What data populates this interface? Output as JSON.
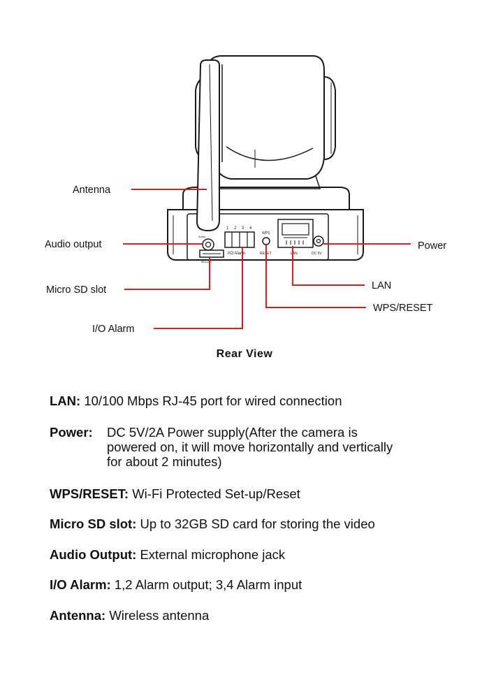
{
  "diagram": {
    "labels": {
      "antenna": "Antenna",
      "audio_output": "Audio output",
      "micro_sd_slot": "Micro SD slot",
      "io_alarm": "I/O Alarm",
      "power": "Power",
      "lan": "LAN",
      "wps_reset": "WPS/RESET"
    },
    "panel_text": {
      "io_numbers": "1 2 3 4",
      "io_alarm": "I/O Alarm",
      "wps": "WPS",
      "reset": "RESET",
      "lan": "LAN",
      "dc": "DC 5V",
      "audio": "Audio",
      "sd": "MicroSD"
    },
    "caption": "Rear View"
  },
  "descriptions": [
    {
      "term": "LAN:",
      "text": "10/100 Mbps RJ-45 port for wired connection"
    },
    {
      "term": "Power:",
      "text": "DC 5V/2A Power supply(After the camera is powered on, it will move horizontally and vertically for about 2 minutes)"
    },
    {
      "term": "WPS/RESET:",
      "text": "Wi-Fi Protected Set-up/Reset"
    },
    {
      "term": "Micro SD slot:",
      "text": "Up to 32GB SD card for storing the video"
    },
    {
      "term": "Audio Output:",
      "text": "External microphone jack"
    },
    {
      "term": "I/O Alarm:",
      "text": "1,2 Alarm output; 3,4 Alarm input"
    },
    {
      "term": "Antenna:",
      "text": "Wireless antenna"
    }
  ],
  "colors": {
    "line": "#1a1a1a",
    "leader": "#d62020"
  }
}
